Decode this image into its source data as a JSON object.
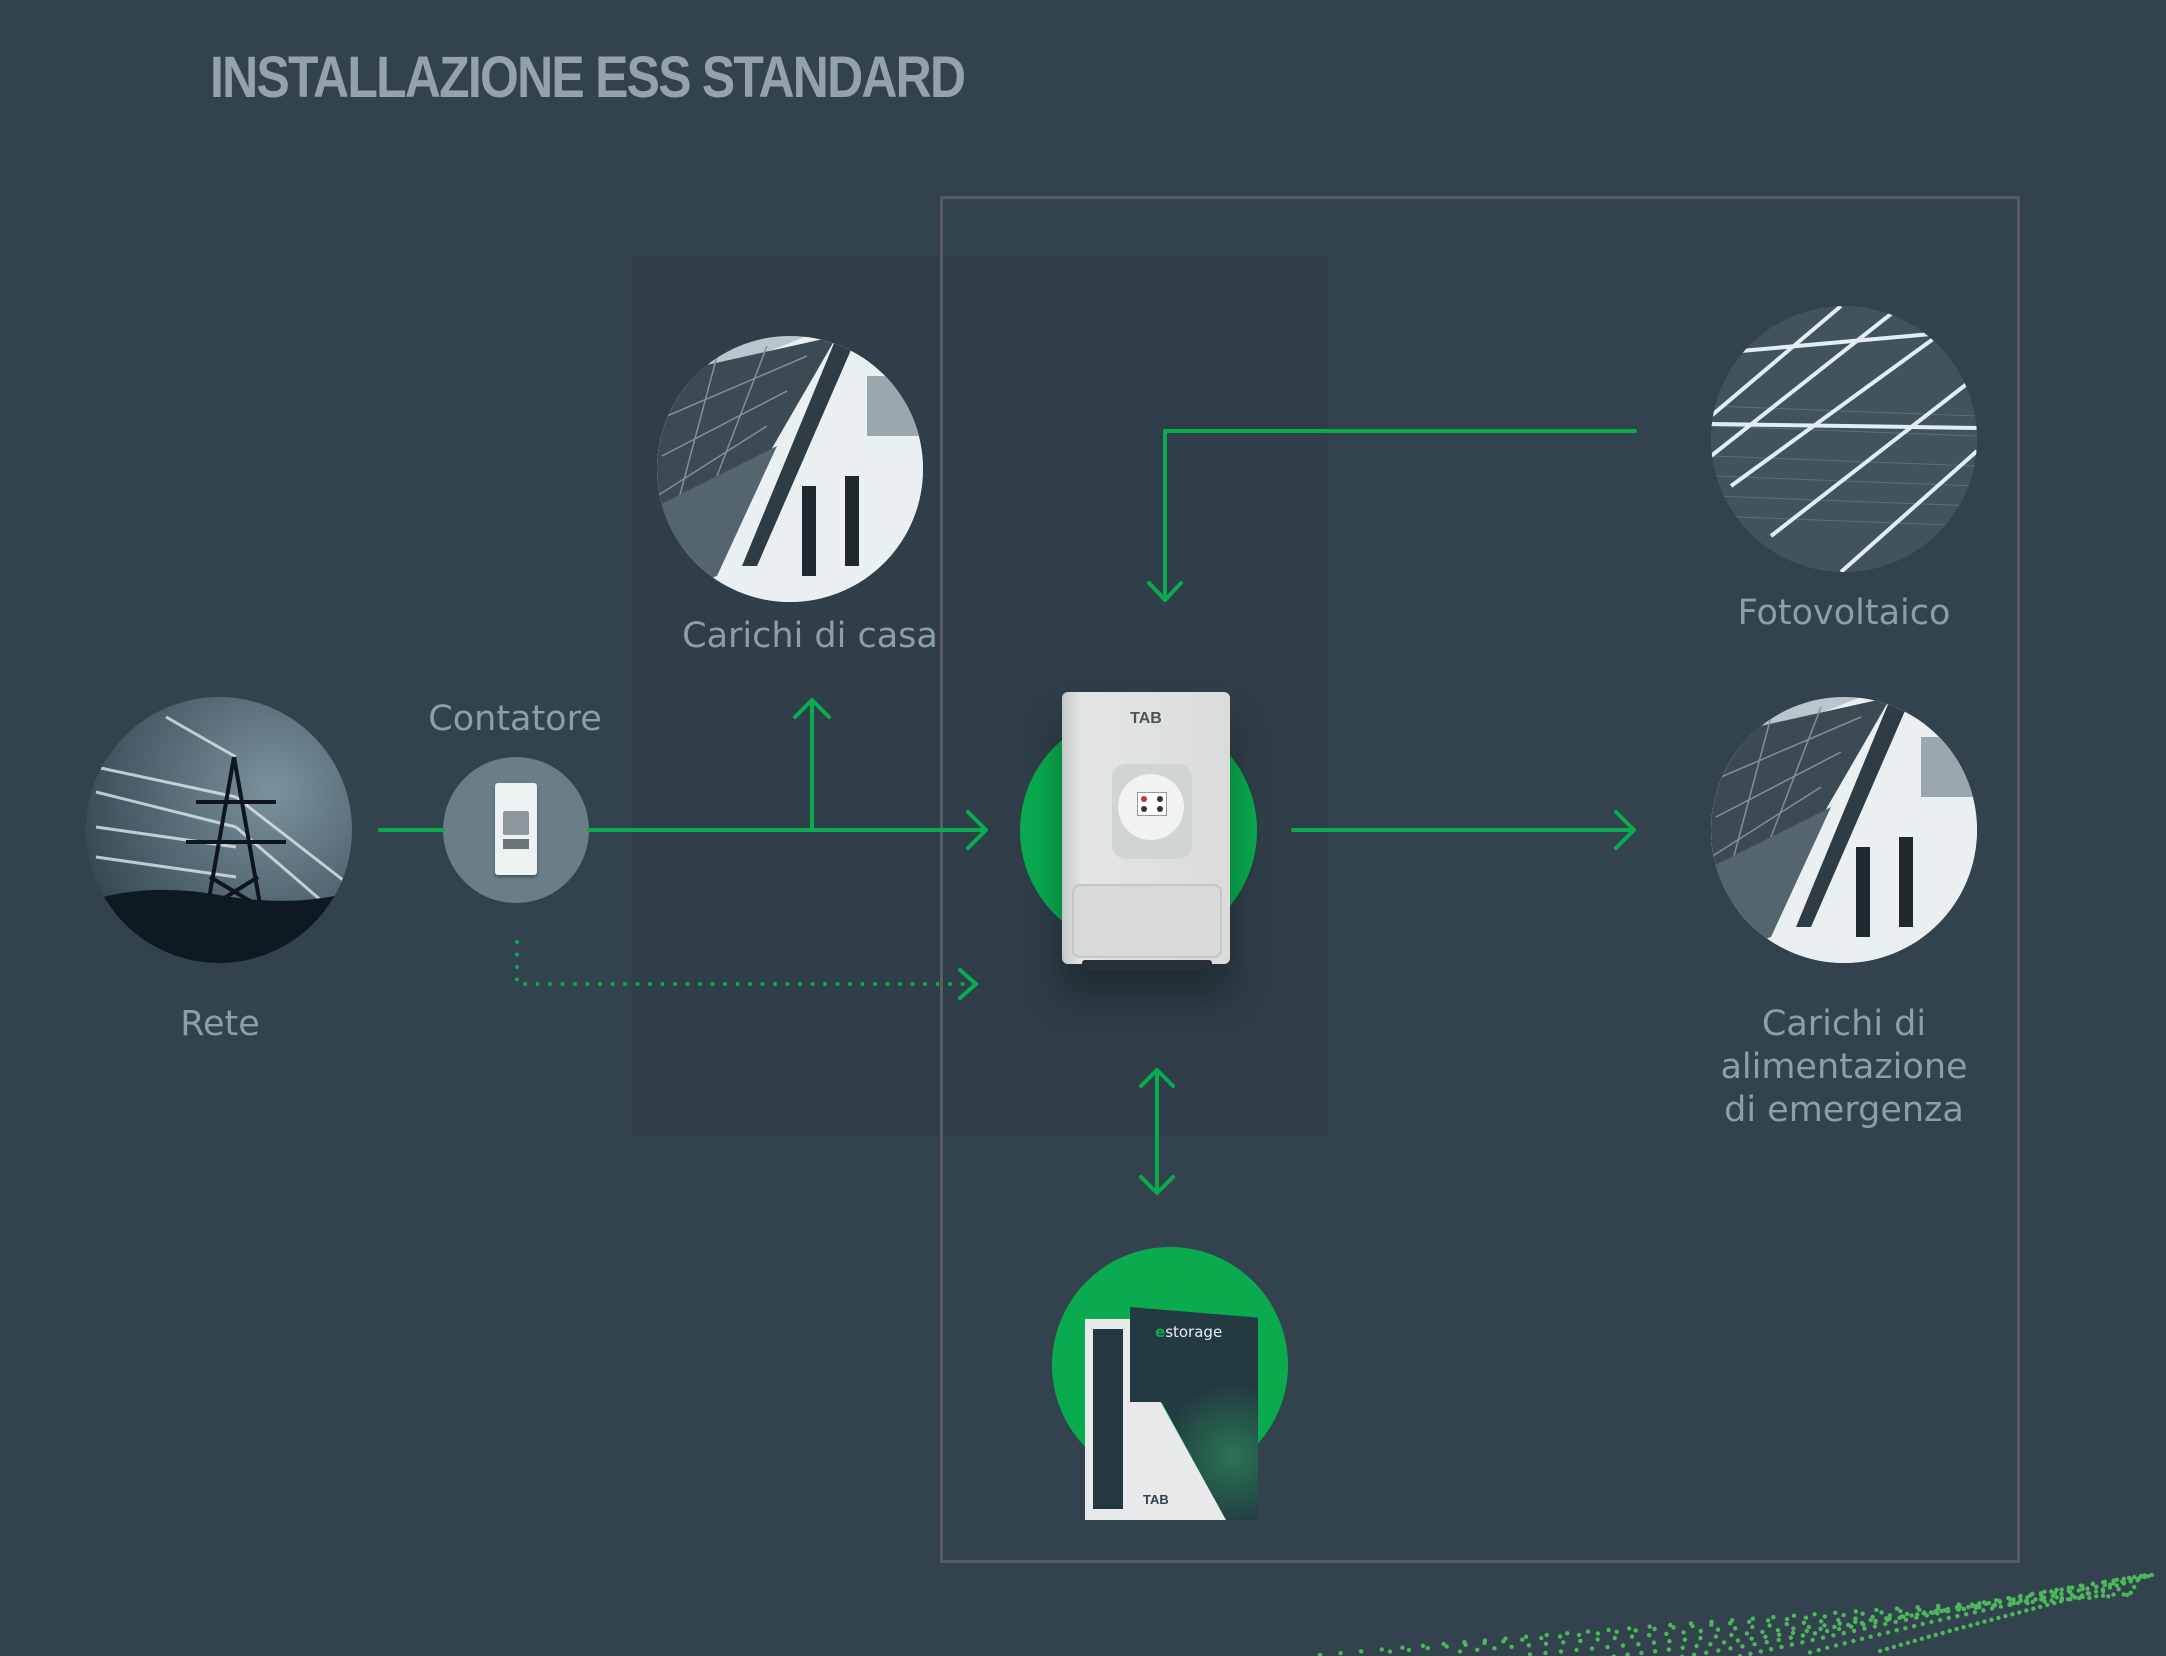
{
  "title": "INSTALLAZIONE ESS STANDARD",
  "colors": {
    "background": "#33434e",
    "panel": "#2f3e48",
    "frame": "#575d63",
    "accent_green": "#0aab4f",
    "label": "#8c9ea8",
    "title": "#94a3ab"
  },
  "nodes": {
    "grid": {
      "label": "Rete",
      "icon": "power-pylon-icon"
    },
    "meter": {
      "label": "Contatore",
      "icon": "energy-meter-icon"
    },
    "home_loads": {
      "label": "Carichi di casa",
      "icon": "house-solar-roof-icon"
    },
    "pv": {
      "label": "Fotovoltaico",
      "icon": "solar-panel-icon"
    },
    "backup_loads": {
      "label_lines": [
        "Carichi di",
        "alimentazione",
        "di emergenza"
      ],
      "icon": "house-solar-roof-icon"
    },
    "inverter": {
      "brand": "TAB",
      "icon": "hybrid-inverter-icon"
    },
    "battery": {
      "brand_label": "storage",
      "brand_prefix": "e",
      "maker": "TAB",
      "icon": "battery-storage-icon"
    }
  },
  "flows": [
    {
      "from": "grid",
      "to": "meter",
      "style": "solid"
    },
    {
      "from": "meter",
      "to": "inverter",
      "style": "solid",
      "arrow": "end"
    },
    {
      "from": "meter-line",
      "to": "home_loads",
      "style": "solid",
      "arrow": "end"
    },
    {
      "from": "meter",
      "to": "inverter",
      "style": "dotted",
      "arrow": "end"
    },
    {
      "from": "pv",
      "to": "inverter",
      "style": "solid",
      "arrow": "end"
    },
    {
      "from": "inverter",
      "to": "backup_loads",
      "style": "solid",
      "arrow": "end"
    },
    {
      "from": "inverter",
      "to": "battery",
      "style": "solid",
      "arrow": "both"
    }
  ]
}
